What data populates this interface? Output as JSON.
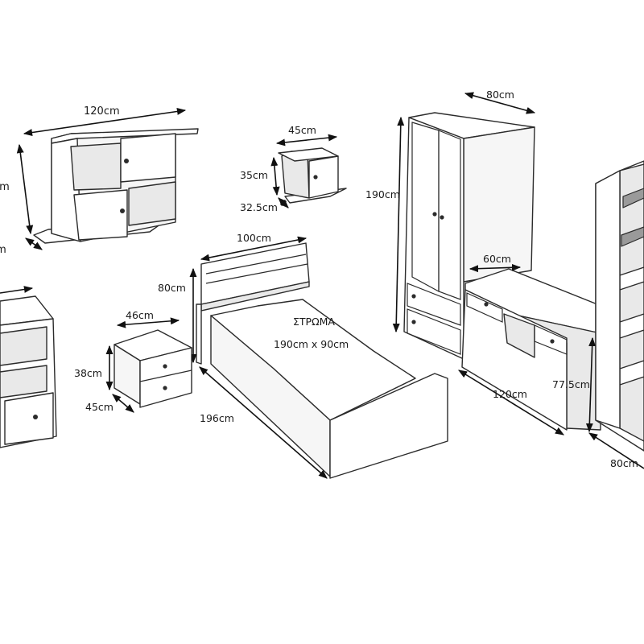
{
  "colors": {
    "line": "#2b2b2b",
    "panel": "#ffffff",
    "shade": "#e9e9e9",
    "background": "#ffffff"
  },
  "wall_unit": {
    "width": "120cm",
    "height": "cm",
    "depth": "cm"
  },
  "wall_cube": {
    "width": "45cm",
    "height": "35cm",
    "depth": "32.5cm"
  },
  "wardrobe": {
    "width": "80cm",
    "height": "190cm"
  },
  "bed": {
    "width": "100cm",
    "height": "80cm",
    "length": "196cm",
    "mattress_title": "ΣΤΡΩΜΑ",
    "mattress_size": "190cm x 90cm"
  },
  "nightstand": {
    "width": "46cm",
    "height": "38cm",
    "depth": "45cm"
  },
  "desk": {
    "depth": "60cm",
    "width": "120cm",
    "height": "77.5cm"
  },
  "bookcase": {
    "width": "80cm"
  }
}
